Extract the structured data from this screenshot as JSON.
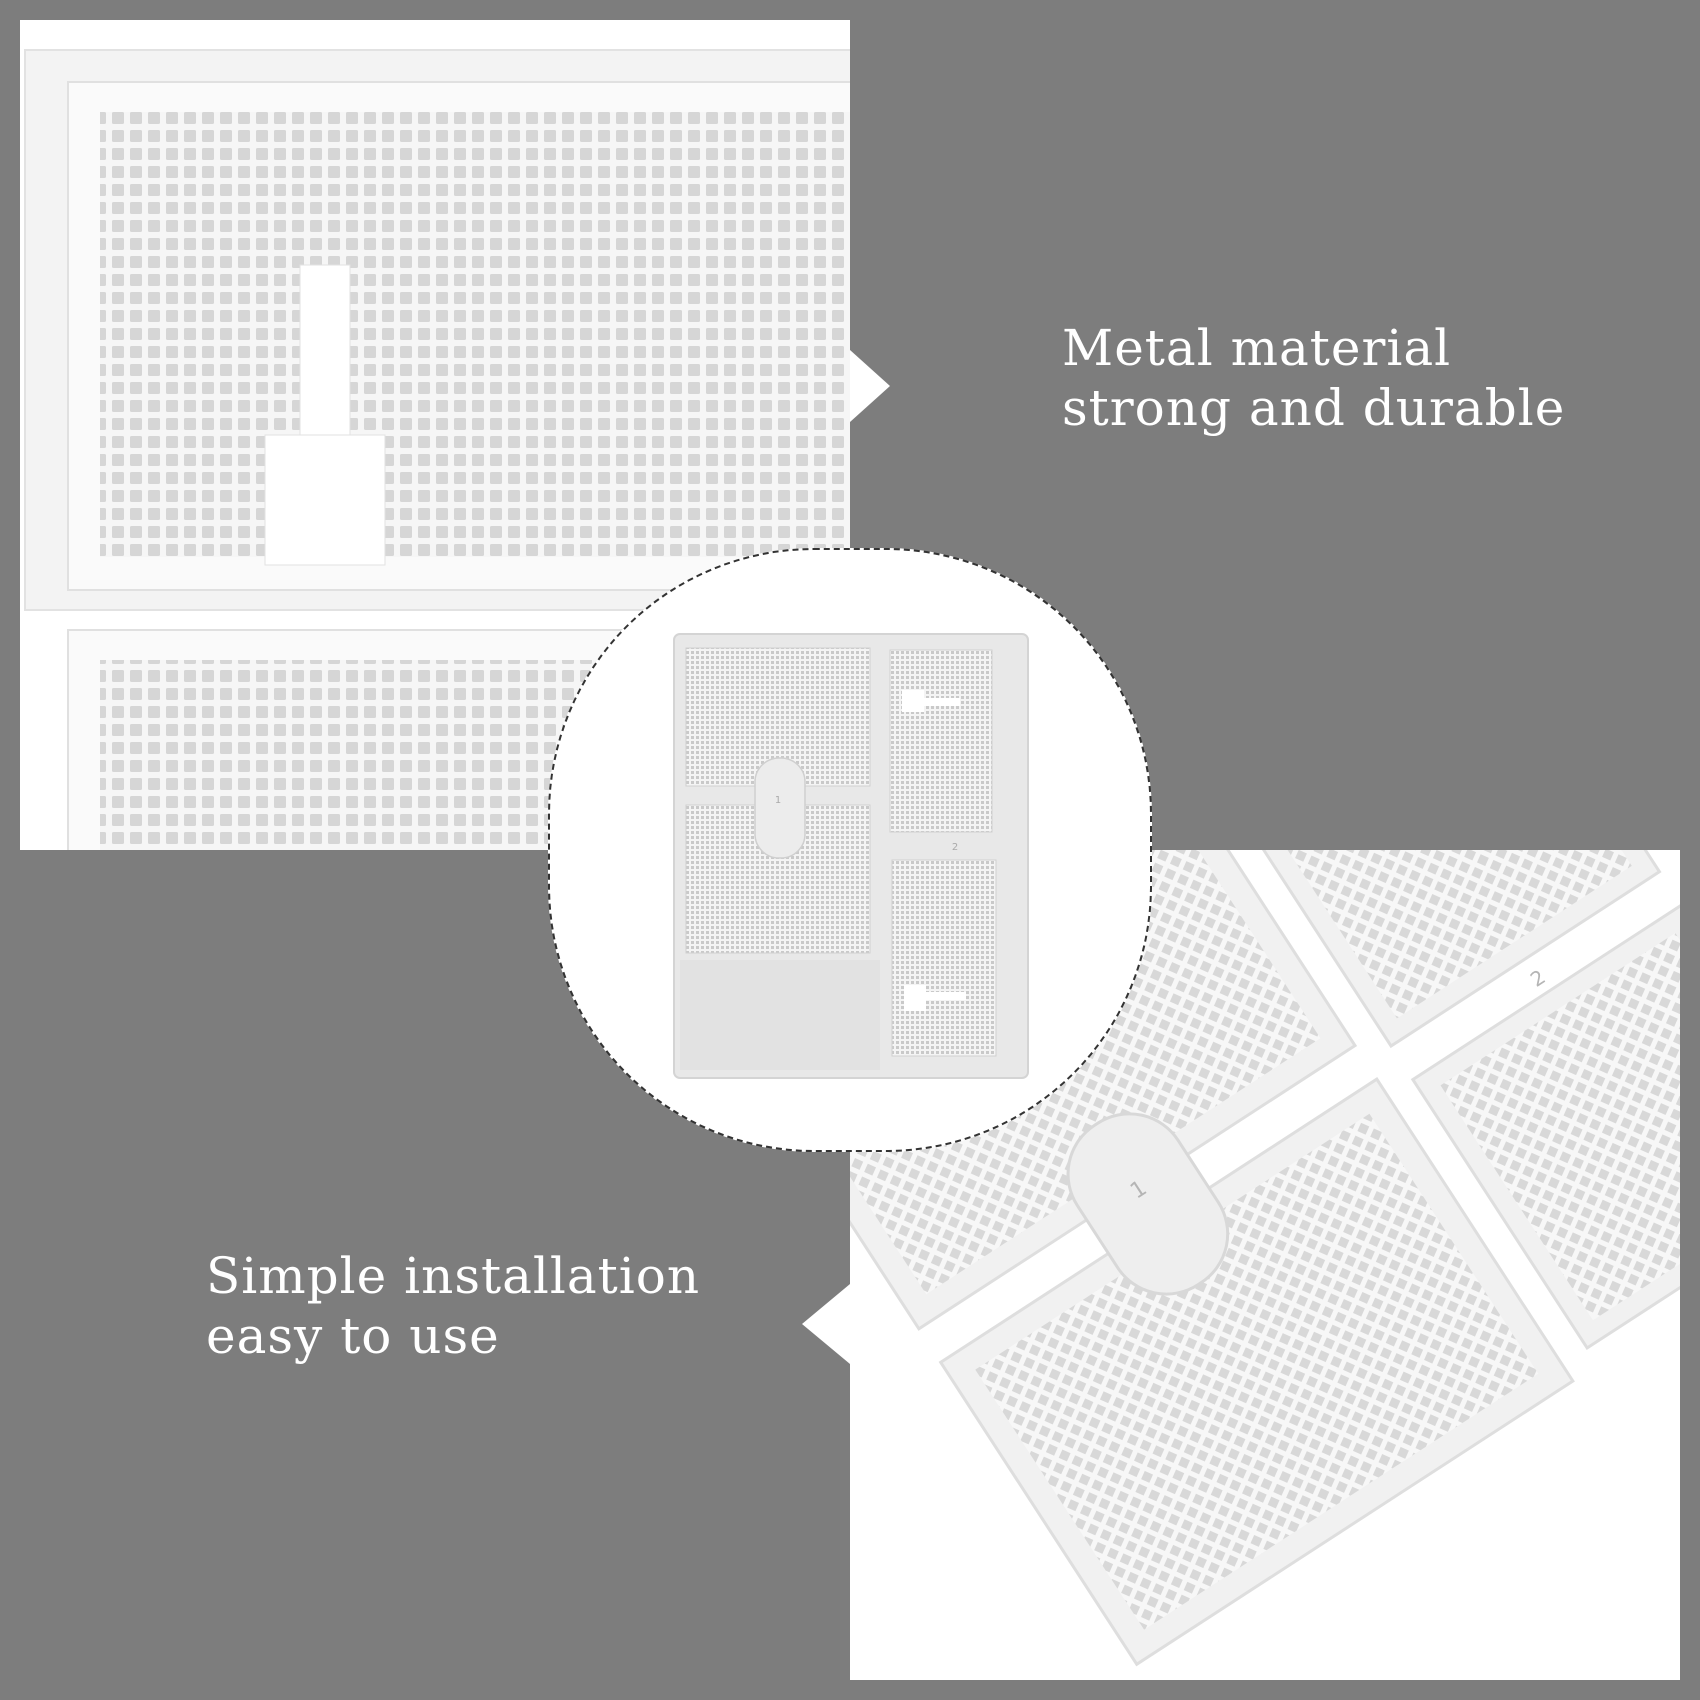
{
  "captions": {
    "material": {
      "line1": "Metal material",
      "line2": "strong and durable"
    },
    "installation": {
      "line1": "Simple installation",
      "line2": "easy to use"
    }
  },
  "plate_numbers": {
    "first": "1",
    "second": "2"
  },
  "colors": {
    "background": "#7d7d7d",
    "panel": "#ffffff",
    "mesh": "#dcdcdc",
    "text": "#ffffff"
  },
  "icons": {
    "frame_pointer": "triangle-pointer"
  }
}
